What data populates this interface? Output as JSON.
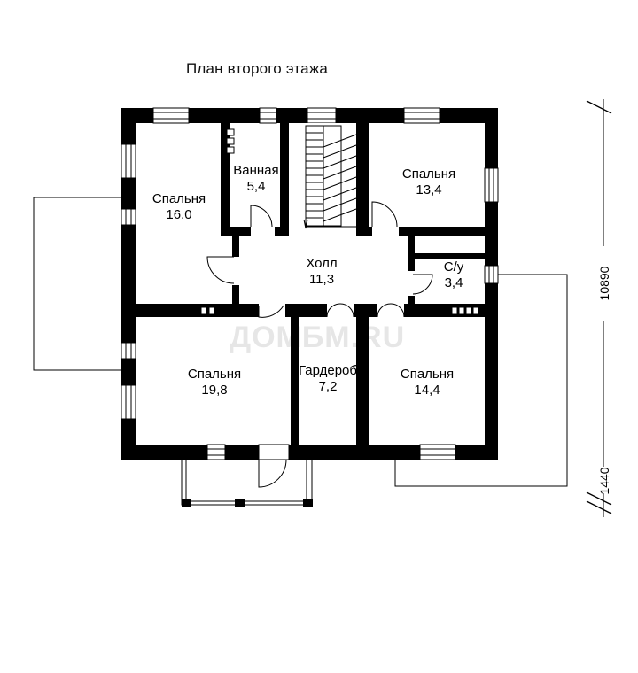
{
  "title": "План второго этажа",
  "watermark": "ДОМБМ.RU",
  "rooms": [
    {
      "name": "Спальня",
      "area": "16,0"
    },
    {
      "name": "Ванная",
      "area": "5,4"
    },
    {
      "name": "Спальня",
      "area": "13,4"
    },
    {
      "name": "Холл",
      "area": "11,3"
    },
    {
      "name": "С/у",
      "area": "3,4"
    },
    {
      "name": "Спальня",
      "area": "19,8"
    },
    {
      "name": "Гардероб",
      "area": "7,2"
    },
    {
      "name": "Спальня",
      "area": "14,4"
    }
  ],
  "dimensions": {
    "overall": "10890",
    "balcony": "1440"
  },
  "colors": {
    "wall": "#000000",
    "background": "#ffffff",
    "watermark": "#e6e6e6"
  }
}
